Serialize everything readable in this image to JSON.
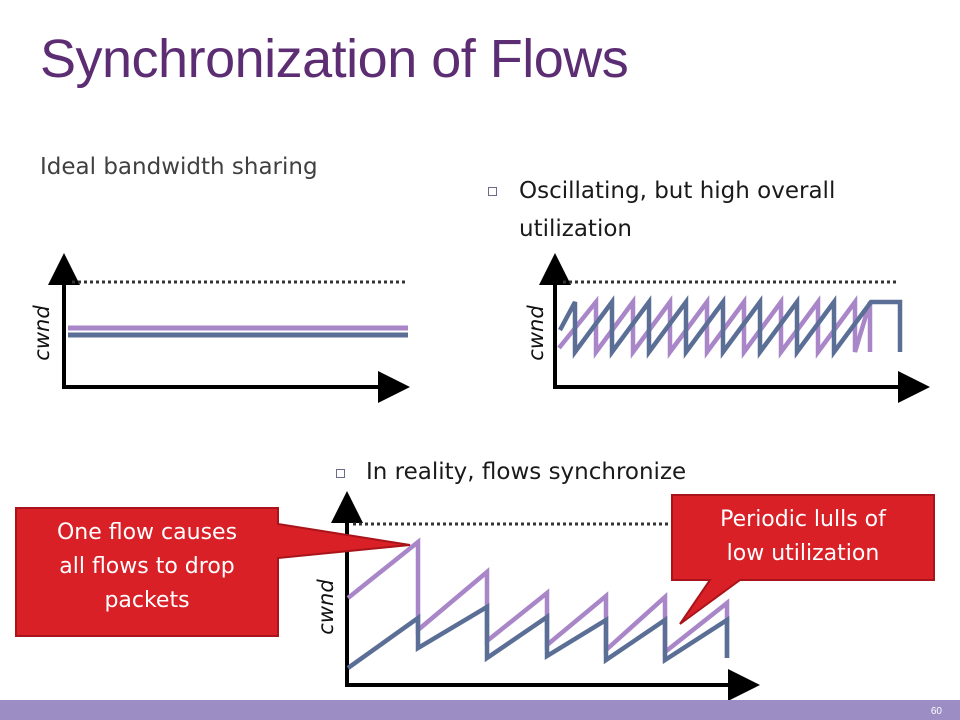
{
  "slide": {
    "title": "Synchronization of Flows",
    "slide_number": "60"
  },
  "panels": {
    "ideal": {
      "heading": "Ideal bandwidth sharing",
      "ylabel": "cwnd"
    },
    "oscillating": {
      "line1": "Oscillating, but high overall",
      "line2": "utilization",
      "ylabel": "cwnd"
    },
    "reality": {
      "heading": "In reality, flows synchronize",
      "ylabel": "cwnd"
    }
  },
  "callouts": {
    "left": {
      "line1": "One flow causes",
      "line2": "all flows to drop",
      "line3": "packets"
    },
    "right": {
      "line1": "Periodic lulls of",
      "line2": "low utilization"
    }
  },
  "colors": {
    "title": "#5c2d73",
    "flow_purple": "#a886c8",
    "flow_blue": "#5b6f96",
    "callout_fill": "#d92027",
    "callout_border": "#a8141a",
    "footer": "#9c8ec4"
  }
}
